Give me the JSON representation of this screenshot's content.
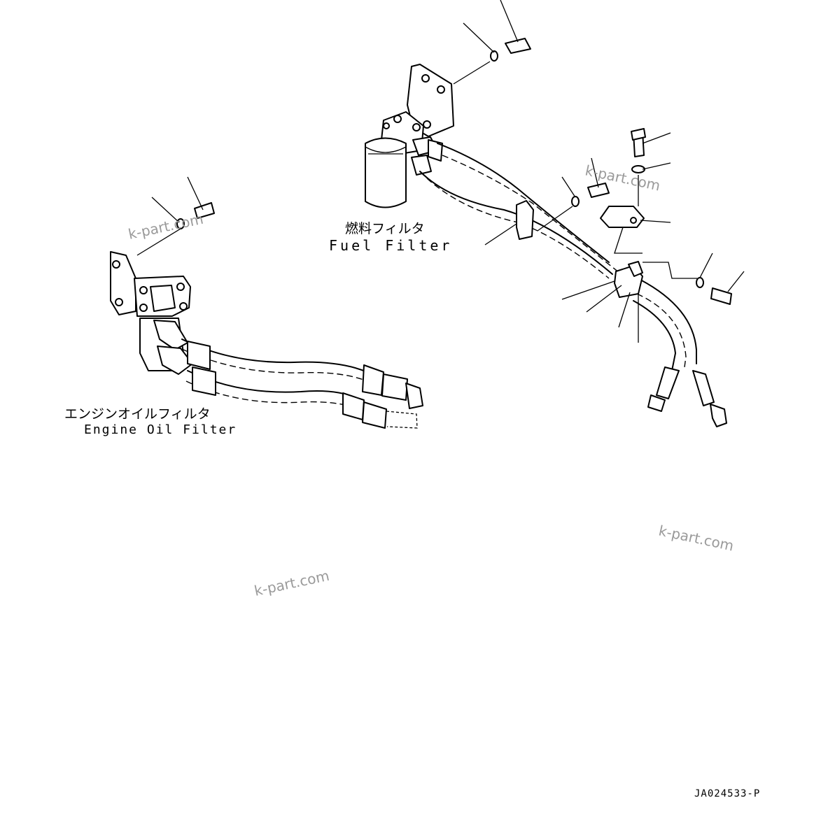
{
  "labels": {
    "fuel_filter_jp": "燃料フィルタ",
    "fuel_filter_en": "Fuel Filter",
    "oil_filter_jp": "エンジンオイルフィルタ",
    "oil_filter_en": "Engine Oil Filter"
  },
  "drawing_code": "JA024533-P",
  "watermark": "k-part.com"
}
